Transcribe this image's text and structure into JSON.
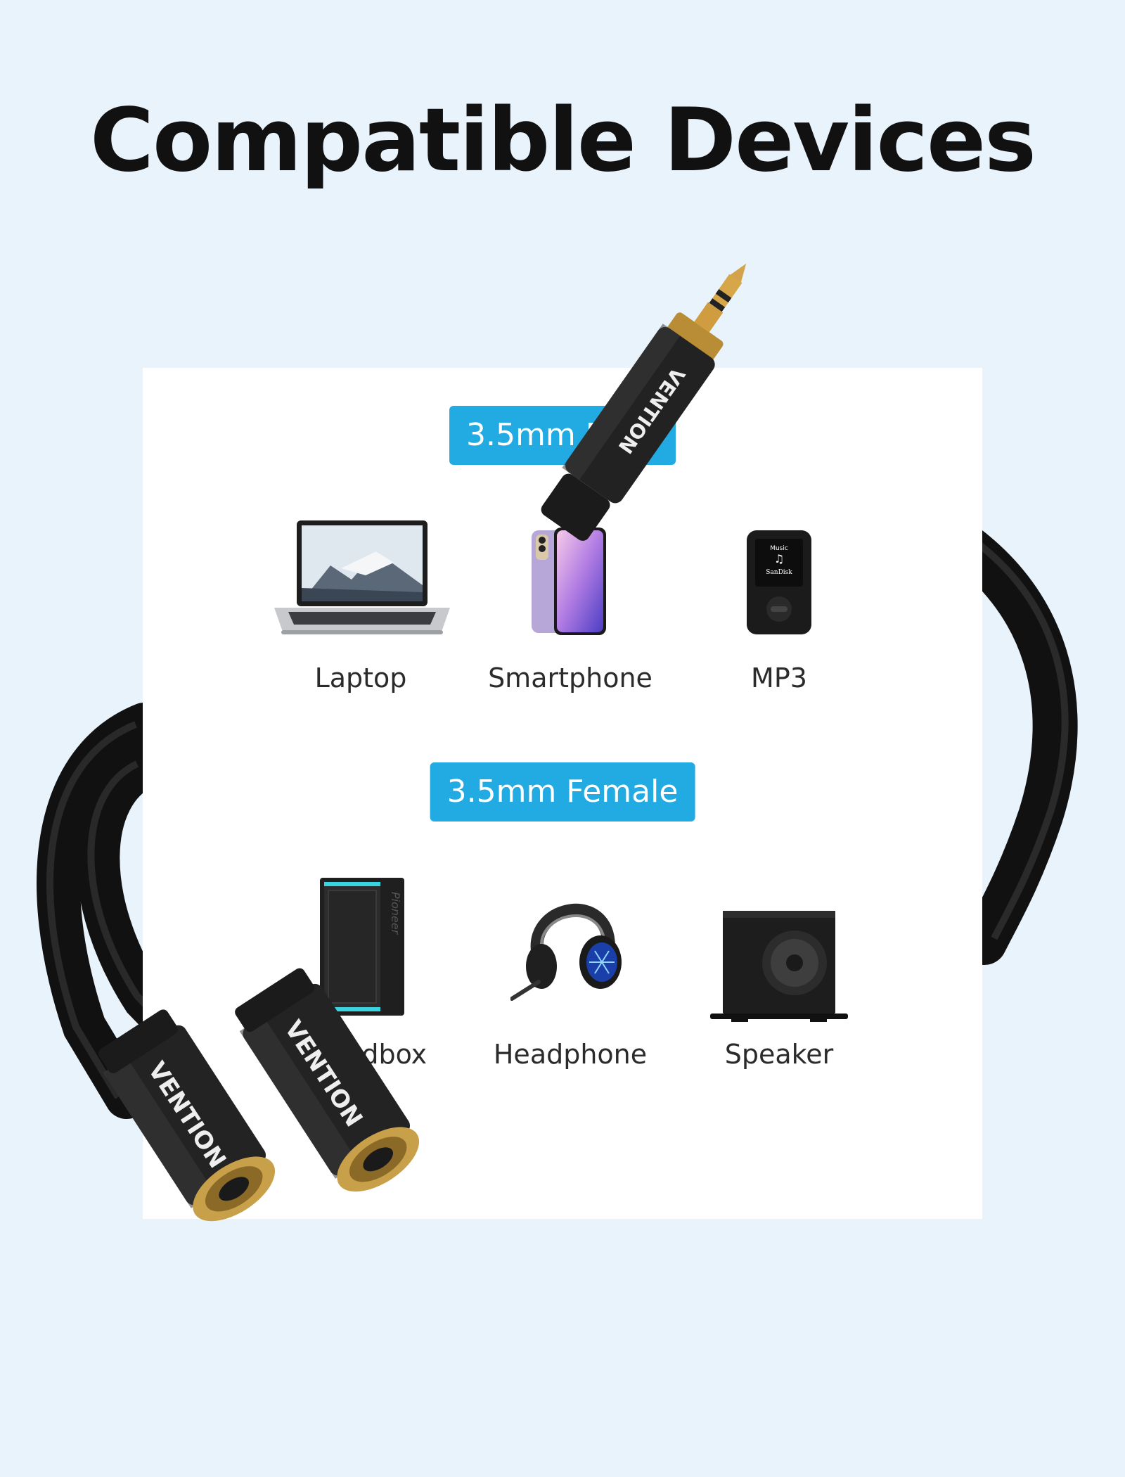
{
  "title": "Compatible Devices",
  "male": {
    "label": "3.5mm Male",
    "devices": [
      {
        "name": "Laptop",
        "icon": "laptop-icon"
      },
      {
        "name": "Smartphone",
        "icon": "smartphone-icon"
      },
      {
        "name": "MP3",
        "icon": "mp3-player-icon"
      }
    ],
    "mp3_screen": {
      "line1": "Music",
      "line2": "SanDisk"
    }
  },
  "female": {
    "label": "3.5mm Female",
    "devices": [
      {
        "name": "Soundbox",
        "icon": "soundbox-icon"
      },
      {
        "name": "Headphone",
        "icon": "headphone-icon"
      },
      {
        "name": "Speaker",
        "icon": "speaker-icon"
      }
    ],
    "soundbox_brand": "Pioneer"
  },
  "brand": "VENTION",
  "colors": {
    "background": "#e9f3fb",
    "card": "#ffffff",
    "accent": "#22aae2",
    "cable": "#1b1b1b",
    "gold": "#c9a04a"
  }
}
